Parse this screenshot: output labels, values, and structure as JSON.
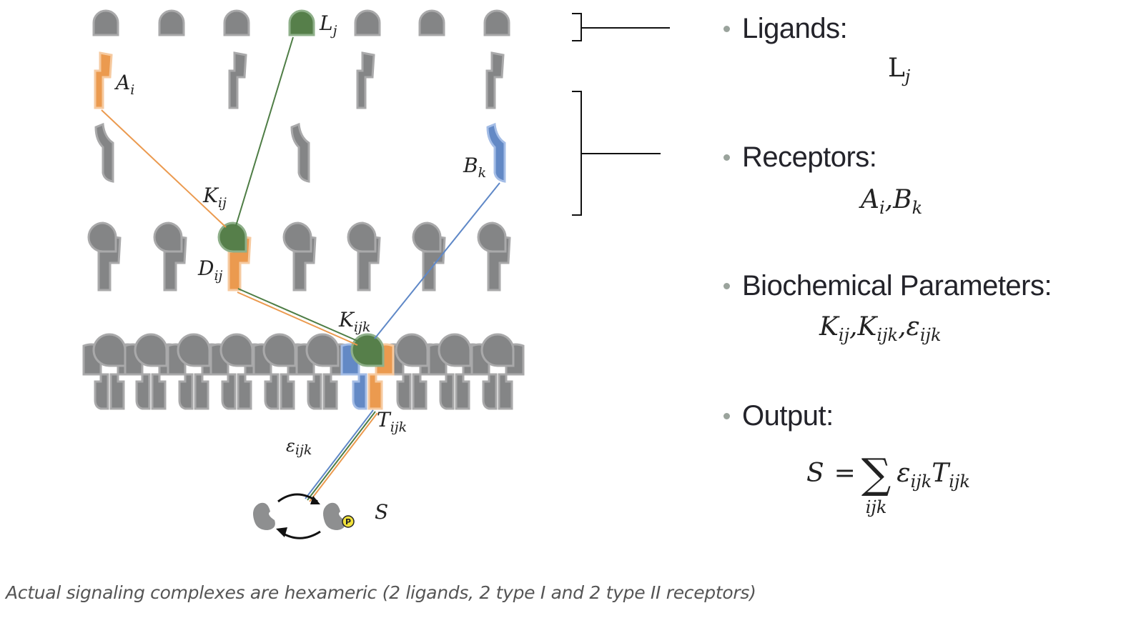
{
  "colors": {
    "gray_fill": "#848586",
    "gray_edge": "#a9a9aa",
    "green": "#567f4a",
    "green_edge": "#8fb08a",
    "orange": "#eb9a4f",
    "orange_edge": "#f6caa0",
    "blue": "#6389c5",
    "blue_edge": "#a4bde6",
    "line_green": "#4e7d45",
    "line_orange": "#eb9a4f",
    "line_blue": "#5f88c7",
    "phospho": "#f2e23a"
  },
  "diagram": {
    "ligand_label": "L",
    "ligand_sub": "j",
    "receptor_a_label": "A",
    "receptor_a_sub": "i",
    "receptor_b_label": "B",
    "receptor_b_sub": "k",
    "kij_label": "K",
    "kij_sub": "ij",
    "dij_label": "D",
    "dij_sub": "ij",
    "kijk_label": "K",
    "kijk_sub": "ijk",
    "tijk_label": "T",
    "tijk_sub": "ijk",
    "eps_label": "ε",
    "eps_sub": "ijk",
    "s_label": "S",
    "phospho_label": "P"
  },
  "legend": {
    "ligands": {
      "title": "Ligands:",
      "symbol": "L",
      "sub": "j"
    },
    "receptors": {
      "title": "Receptors:",
      "sym1": "A",
      "sub1": "i",
      "sep": ",",
      "sym2": "B",
      "sub2": "k"
    },
    "parameters": {
      "title": "Biochemical Parameters:",
      "sym1": "K",
      "sub1": "ij",
      "sep1": ",",
      "sym2": "K",
      "sub2": "ijk",
      "sep2": ",",
      "sym3": "ε",
      "sub3": "ijk"
    },
    "output": {
      "title": "Output:",
      "lhs": "S",
      "eq": "=",
      "sigma": "∑",
      "sum_index": "ijk",
      "t1": "ε",
      "t1_sub": "ijk",
      "t2": "T",
      "t2_sub": "ijk"
    }
  },
  "caption": "Actual signaling complexes are hexameric (2 ligands, 2 type I and 2 type II receptors)"
}
